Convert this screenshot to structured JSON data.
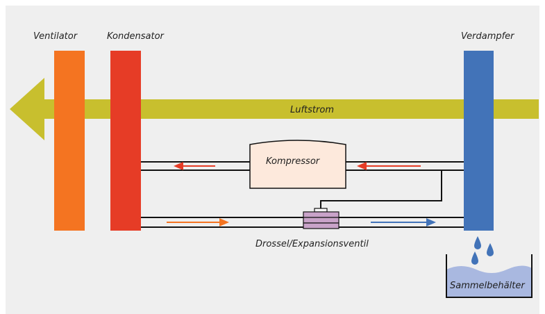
{
  "diagram": {
    "labels": {
      "ventilator": "Ventilator",
      "kondensator": "Kondensator",
      "verdampfer": "Verdampfer",
      "luftstrom": "Luftstrom",
      "kompressor": "Kompressor",
      "drossel": "Drossel/Expansionsventil",
      "sammelbehaelter": "Sammelbehälter"
    },
    "colors": {
      "background": "#efefef",
      "ventilator": "#f47421",
      "kondensator": "#e63c26",
      "verdampfer": "#4273b8",
      "luftstrom": "#c8bf2e",
      "kompressor_fill": "#fde9dc",
      "drossel_fill": "#c9a3c9",
      "arrow_hot_top": "#e63c26",
      "arrow_hot_bottom": "#f47421",
      "arrow_cold": "#4273b8",
      "water": "#a9b8e0",
      "drops": "#4273b8"
    }
  }
}
